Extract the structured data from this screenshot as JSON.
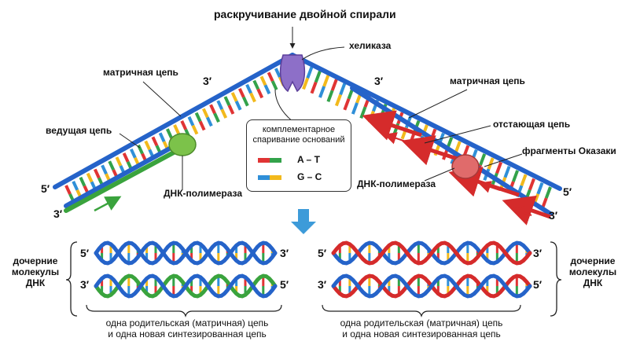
{
  "colors": {
    "backbone": "#2563c9",
    "template_pair_a": "#e03434",
    "template_pair_b": "#33a24a",
    "base_c": "#2f8fd8",
    "base_g": "#f2b91c",
    "new_strand_green": "#3aa33d",
    "new_strand_red": "#d52b2b",
    "helicase": "#8d6fc8",
    "polymerase_green": "#7cc24a",
    "polymerase_red": "#e06b6b",
    "arrow": "#3d9bd9"
  },
  "title": "раскручивание двойной спирали",
  "labels": {
    "helicase": "хеликаза",
    "template_left": "матричная цепь",
    "template_right": "матричная цепь",
    "leading": "ведущая цепь",
    "lagging": "отстающая цепь",
    "okazaki": "фрагменты Оказаки",
    "polymerase_left": "ДНК-полимераза",
    "polymerase_right": "ДНК-полимераза",
    "top_left_3": "3′",
    "top_right_3": "3′",
    "left_5": "5′",
    "left_3": "3′",
    "right_5": "5′",
    "right_3": "3′"
  },
  "legend": {
    "title_line1": "комплементарное",
    "title_line2": "спаривание оснований",
    "pair_at": "A – T",
    "pair_gc": "G – C"
  },
  "daughters": {
    "left_label": [
      "дочерние",
      "молекулы",
      "ДНК"
    ],
    "right_label": [
      "дочерние",
      "молекулы",
      "ДНК"
    ],
    "caption_left": [
      "одна родительская (матричная) цепь",
      "и одна новая синтезированная цепь"
    ],
    "caption_right": [
      "одна родительская (матричная) цепь",
      "и одна новая синтезированная цепь"
    ],
    "ends": {
      "l1_left": "5′",
      "l1_right": "3′",
      "l2_left": "3′",
      "l2_right": "5′",
      "r1_left": "5′",
      "r1_right": "3′",
      "r2_left": "3′",
      "r2_right": "5′"
    }
  }
}
